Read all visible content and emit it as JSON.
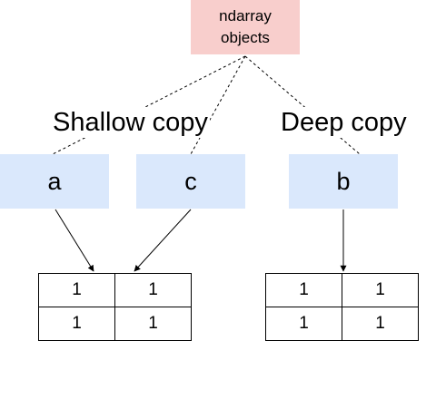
{
  "root": {
    "line1": "ndarray",
    "line2": "objects"
  },
  "headings": {
    "shallow": "Shallow copy",
    "deep": "Deep copy"
  },
  "variables": {
    "a": "a",
    "c": "c",
    "b": "b"
  },
  "arrays": {
    "shared": [
      [
        "1",
        "1"
      ],
      [
        "1",
        "1"
      ]
    ],
    "copied": [
      [
        "1",
        "1"
      ],
      [
        "1",
        "1"
      ]
    ]
  },
  "colors": {
    "root_fill": "#f8cecc",
    "variable_fill": "#dae8fc",
    "line": "#000000"
  }
}
